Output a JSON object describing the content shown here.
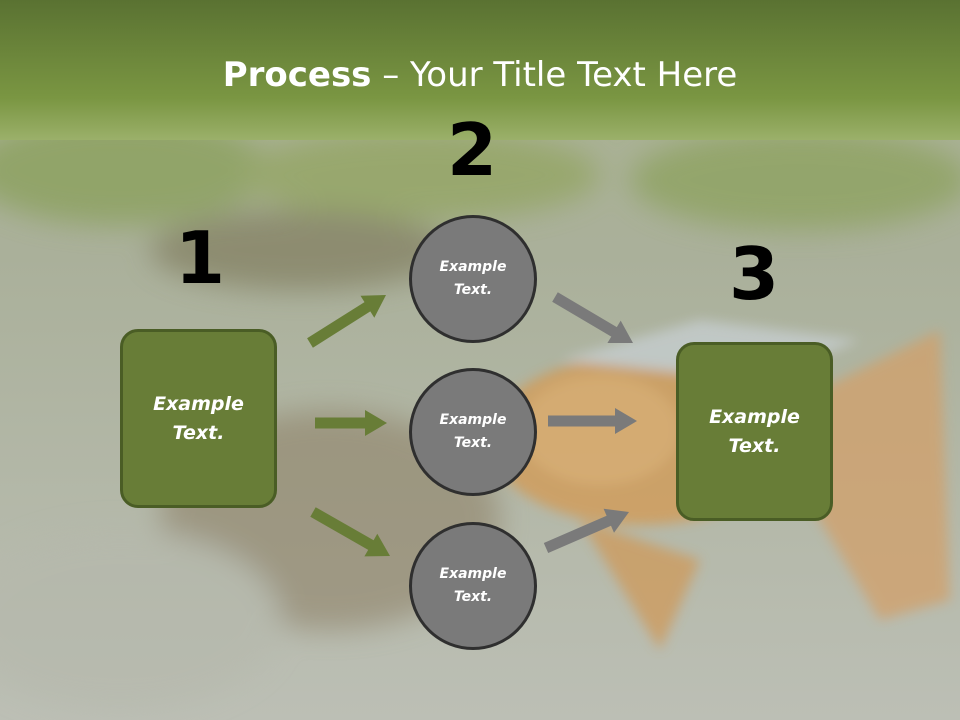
{
  "title": {
    "bold": "Process",
    "rest": " – Your Title Text Here"
  },
  "steps": [
    {
      "number": "1",
      "line1": "Example",
      "line2": "Text."
    },
    {
      "number": "2"
    },
    {
      "number": "3",
      "line1": "Example",
      "line2": "Text."
    }
  ],
  "circles": [
    {
      "line1": "Example",
      "line2": "Text."
    },
    {
      "line1": "Example",
      "line2": "Text."
    },
    {
      "line1": "Example",
      "line2": "Text."
    }
  ],
  "colors": {
    "header_green": "#6b8a3c",
    "box_fill": "#687d37",
    "box_border": "#4a5d25",
    "arrow_green": "#687d37",
    "arrow_gray": "#7a7a7a",
    "circle_fill": "#7a7a7a"
  },
  "arrows": [
    {
      "name": "arrow-1-to-circle-top",
      "color": "green",
      "icon": "arrow-icon"
    },
    {
      "name": "arrow-1-to-circle-middle",
      "color": "green",
      "icon": "arrow-icon"
    },
    {
      "name": "arrow-1-to-circle-bottom",
      "color": "green",
      "icon": "arrow-icon"
    },
    {
      "name": "arrow-circle-top-to-3",
      "color": "gray",
      "icon": "arrow-icon"
    },
    {
      "name": "arrow-circle-middle-to-3",
      "color": "gray",
      "icon": "arrow-icon"
    },
    {
      "name": "arrow-circle-bottom-to-3",
      "color": "gray",
      "icon": "arrow-icon"
    }
  ]
}
